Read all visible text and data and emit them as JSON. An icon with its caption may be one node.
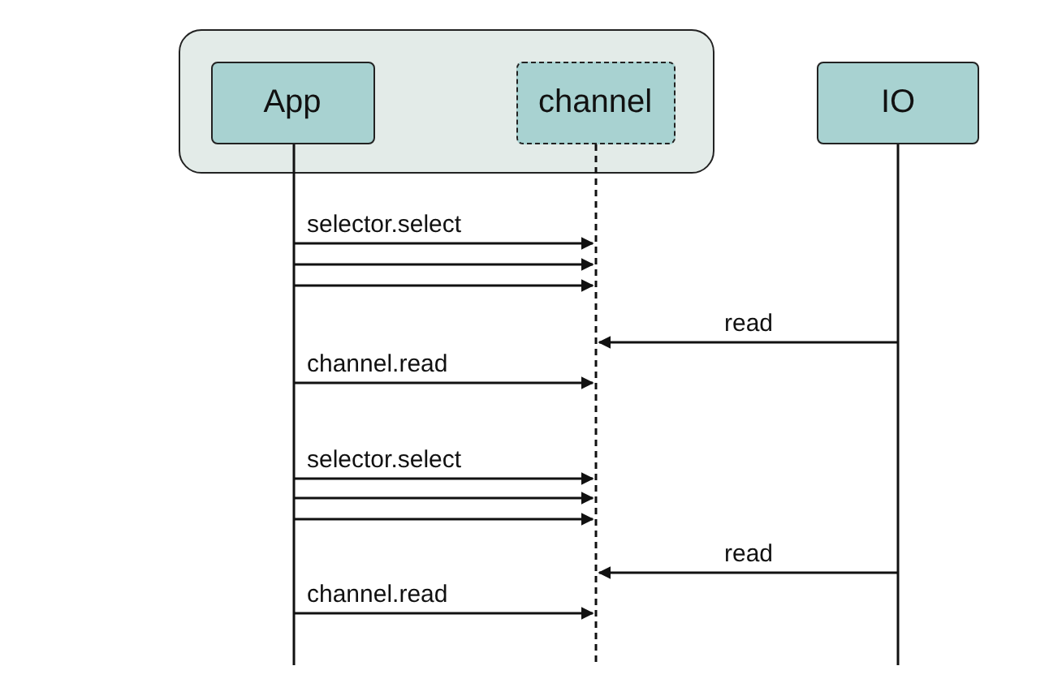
{
  "diagram": {
    "nodes": [
      {
        "text": [],
        "shape": "box"
      },
      {
        "text": [
          "App"
        ],
        "in": 0
      },
      {
        "text": [
          "channel"
        ],
        "in": 0
      },
      {
        "text": [
          "IO"
        ]
      },
      {
        "text": [],
        "shape": "line"
      },
      {
        "text": [],
        "shape": "line"
      },
      {
        "text": [],
        "shape": "line"
      }
    ],
    "edges": [
      {
        "from": 4,
        "to": 5,
        "arrow": "to",
        "label": "selector.select"
      },
      {
        "from": 4,
        "to": 5,
        "arrow": "to"
      },
      {
        "from": 4,
        "to": 5,
        "arrow": "to"
      },
      {
        "from": 6,
        "to": 5,
        "arrow": "to",
        "label": "read"
      },
      {
        "from": 4,
        "to": 5,
        "arrow": "to",
        "label": "channel.read"
      },
      {
        "from": 4,
        "to": 5,
        "arrow": "to",
        "label": "selector.select"
      },
      {
        "from": 4,
        "to": 5,
        "arrow": "to"
      },
      {
        "from": 4,
        "to": 5,
        "arrow": "to"
      },
      {
        "from": 6,
        "to": 5,
        "arrow": "to",
        "label": "read"
      },
      {
        "from": 4,
        "to": 5,
        "arrow": "to",
        "label": "channel.read"
      }
    ]
  }
}
